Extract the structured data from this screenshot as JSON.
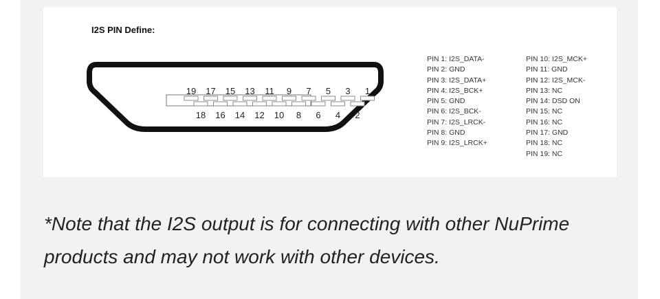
{
  "figure": {
    "title": "I2S PIN Define:",
    "connector": {
      "top_row_pins": [
        "19",
        "17",
        "15",
        "13",
        "11",
        "9",
        "7",
        "5",
        "3",
        "1"
      ],
      "bottom_row_pins": [
        "18",
        "16",
        "14",
        "12",
        "10",
        "8",
        "6",
        "4",
        "2"
      ]
    },
    "pin_list_col1": [
      "PIN 1: I2S_DATA-",
      "PIN 2: GND",
      "PIN 3: I2S_DATA+",
      "PIN 4: I2S_BCK+",
      "PIN 5: GND",
      "PIN 6: I2S_BCK-",
      "PIN 7: I2S_LRCK-",
      "PIN 8: GND",
      "PIN 9: I2S_LRCK+"
    ],
    "pin_list_col2": [
      "PIN 10: I2S_MCK+",
      "PIN 11: GND",
      "PIN 12: I2S_MCK-",
      "PIN 13: NC",
      "PIN 14: DSD ON",
      "PIN 15: NC",
      "PIN 16: NC",
      "PIN 17: GND",
      "PIN 18: NC",
      "PIN 19: NC"
    ]
  },
  "note": "*Note that the I2S output is for connecting with other NuPrime products and may not work with other devices."
}
